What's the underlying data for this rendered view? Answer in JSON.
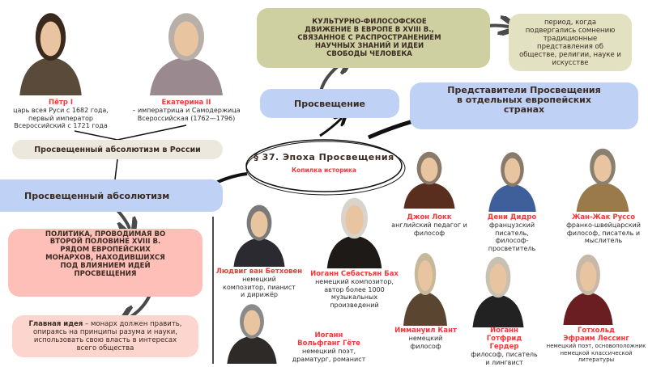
{
  "title": "§ 37. Эпоха Просвещения",
  "subtitle": "Копилка историка",
  "enlightenment": {
    "label": "Просвещение",
    "definition": "КУЛЬТУРНО-ФИЛОСОФСКОЕ ДВИЖЕНИЕ В ЕВРОПЕ В XVIII В., СВЯЗАННОЕ С РАСПРОСТРАНЕНИЕМ НАУЧНЫХ ЗНАНИЙ И ИДЕИ СВОБОДЫ ЧЕЛОВЕКА",
    "note": "период, когда подвергались сомнению традиционные представления об обществе, религии, науке и искусстве"
  },
  "representatives_label": "Представители Просвещения в отдельных европейских странах",
  "absolutism": {
    "label": "Просвещенный абсолютизм",
    "russia_label": "Просвещенный абсолютизм в России",
    "definition": "ПОЛИТИКА, ПРОВОДИМАЯ ВО ВТОРОЙ ПОЛОВИНЕ XVIII В. РЯДОМ ЕВРОПЕЙСКИХ МОНАРХОВ, НАХОДИВШИХСЯ ПОД ВЛИЯНИЕМ ИДЕЙ ПРОСВЕЩЕНИЯ",
    "main_idea_label": "Главная идея",
    "main_idea_text": " – монарх должен править, опираясь на принципы разума и науки, использовать свою власть в интересах всего общества"
  },
  "rulers": [
    {
      "name": "Пётр I",
      "desc": "царь всея Руси с 1682 года, первый император Всероссийский с 1721 года"
    },
    {
      "name": "Екатерина II",
      "desc": "– императрица и Самодержица Всероссийская (1762—1796)"
    }
  ],
  "people": [
    {
      "name": "Джон Локк",
      "desc": "английский педагог и философ"
    },
    {
      "name": "Дени Дидро",
      "desc": "французский писатель, философ-просветитель"
    },
    {
      "name": "Жан-Жак Руссо",
      "desc": "франко-швейцарский философ, писатель и мыслитель"
    },
    {
      "name": "Людвиг ван Бетховен",
      "desc": "немецкий композитор, пианист и дирижёр"
    },
    {
      "name": "Иоганн Себастьян Бах",
      "desc": "немецкий композитор, автор более 1000 музыкальных произведений"
    },
    {
      "name": "Иммануил Кант",
      "desc": "немецкий философ"
    },
    {
      "name": "Иоганн Готфрид Гердер",
      "desc": "философ, писатель и лингвист"
    },
    {
      "name": "Готхольд Эфраим Лессинг",
      "desc": "немецкий поэт, основоположник немецкой классической литературы"
    },
    {
      "name": "Иоганн Вольфганг Гёте",
      "desc": "немецкий поэт, драматург, романист"
    }
  ],
  "colors": {
    "olive": "#cfd0a2",
    "olive_light": "#e2e2c2",
    "blue": "#bfd2f5",
    "beige": "#ece8de",
    "pink": "#fdbfb8",
    "pink_light": "#fdd5cf",
    "red": "#f03a3a"
  }
}
